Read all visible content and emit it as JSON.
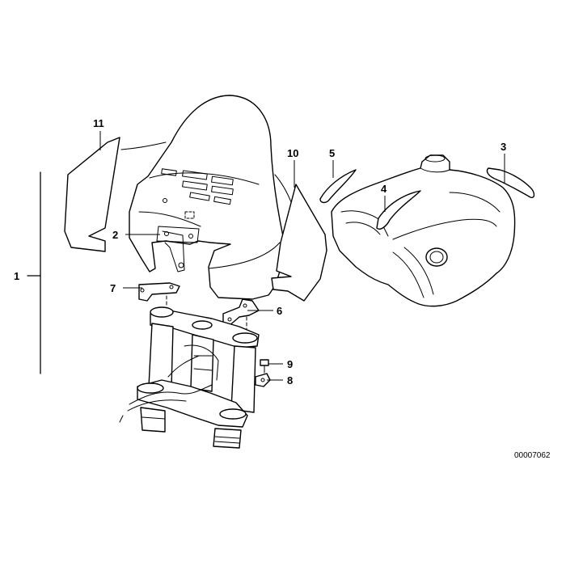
{
  "diagram": {
    "reference": "00007062",
    "labels": {
      "l1": "1",
      "l2": "2",
      "l3": "3",
      "l4": "4",
      "l5": "5",
      "l6": "6",
      "l7": "7",
      "l8": "8",
      "l9": "9",
      "l10": "10",
      "l11": "11"
    }
  }
}
